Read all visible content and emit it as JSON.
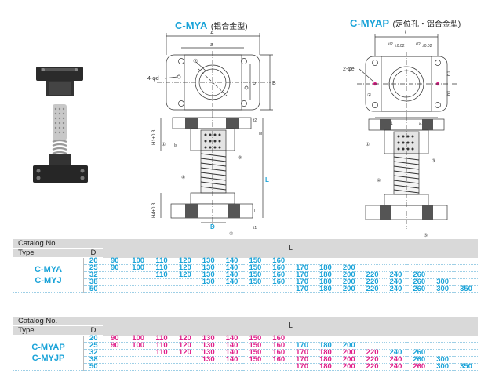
{
  "titles": {
    "a_main": "C-MYA",
    "a_sub": "(铝合金型)",
    "b_main": "C-MYAP",
    "b_sub": "(定位孔・铝合金型)"
  },
  "drawing_labels": {
    "A": "A",
    "a": "a",
    "B": "B",
    "b": "b",
    "four_phi_d": "4-φd",
    "c1": "①",
    "c2": "②",
    "c3": "③",
    "c4": "④",
    "c5": "⑤",
    "H1": "H1±0.3",
    "H4": "H4±0.3",
    "L": "L",
    "D": "D",
    "t1": "t1",
    "t2": "t2",
    "T": "T",
    "M": "M",
    "ls": "ls",
    "l": "ℓ",
    "two_phi_e": "2-φe",
    "half_l_a": "ℓ/2",
    "half_l_b": "ℓ/2",
    "tol": "±0.02",
    "b1_a": "b1",
    "b1_b": "b1",
    "a1_a": "a1",
    "a1_b": "a1"
  },
  "table_a": {
    "catalog_label": "Catalog",
    "no_label": "No.",
    "type_label": "Type",
    "d_label": "D",
    "l_label": "L",
    "types": [
      "C-MYA",
      "C-MYJ"
    ],
    "rows": [
      {
        "d": "20",
        "values": [
          "90",
          "100",
          "110",
          "120",
          "130",
          "140",
          "150",
          "160",
          "",
          "",
          "",
          "",
          "",
          "",
          "",
          ""
        ]
      },
      {
        "d": "25",
        "values": [
          "90",
          "100",
          "110",
          "120",
          "130",
          "140",
          "150",
          "160",
          "170",
          "180",
          "200",
          "",
          "",
          "",
          "",
          ""
        ]
      },
      {
        "d": "32",
        "values": [
          "",
          "",
          "110",
          "120",
          "130",
          "140",
          "150",
          "160",
          "170",
          "180",
          "200",
          "220",
          "240",
          "260",
          "",
          ""
        ]
      },
      {
        "d": "38",
        "values": [
          "",
          "",
          "",
          "",
          "130",
          "140",
          "150",
          "160",
          "170",
          "180",
          "200",
          "220",
          "240",
          "260",
          "300",
          ""
        ]
      },
      {
        "d": "50",
        "values": [
          "",
          "",
          "",
          "",
          "",
          "",
          "",
          "",
          "170",
          "180",
          "200",
          "220",
          "240",
          "260",
          "300",
          "350"
        ]
      }
    ]
  },
  "table_b": {
    "catalog_label": "Catalog",
    "no_label": "No.",
    "type_label": "Type",
    "d_label": "D",
    "l_label": "L",
    "types": [
      "C-MYAP",
      "C-MYJP"
    ],
    "rows": [
      {
        "d": "20",
        "values": [
          "90",
          "100",
          "110",
          "120",
          "130",
          "140",
          "150",
          "160",
          "",
          "",
          "",
          "",
          "",
          "",
          "",
          ""
        ]
      },
      {
        "d": "25",
        "values": [
          "90",
          "100",
          "110",
          "120",
          "130",
          "140",
          "150",
          "160",
          "170",
          "180",
          "200",
          "",
          "",
          "",
          "",
          ""
        ]
      },
      {
        "d": "32",
        "values": [
          "",
          "",
          "110",
          "120",
          "130",
          "140",
          "150",
          "160",
          "170",
          "180",
          "200",
          "220",
          "240",
          "260",
          "",
          ""
        ]
      },
      {
        "d": "38",
        "values": [
          "",
          "",
          "",
          "",
          "130",
          "140",
          "150",
          "160",
          "170",
          "180",
          "200",
          "220",
          "240",
          "260",
          "300",
          ""
        ]
      },
      {
        "d": "50",
        "values": [
          "",
          "",
          "",
          "",
          "",
          "",
          "",
          "",
          "170",
          "180",
          "200",
          "220",
          "240",
          "260",
          "300",
          "350"
        ]
      }
    ],
    "pink_cells": [
      [
        1,
        1,
        1,
        1,
        1,
        1,
        1,
        1,
        0,
        0,
        0,
        0,
        0,
        0,
        0,
        0
      ],
      [
        1,
        1,
        1,
        1,
        1,
        1,
        1,
        1,
        0,
        0,
        0,
        0,
        0,
        0,
        0,
        0
      ],
      [
        0,
        0,
        1,
        1,
        1,
        1,
        1,
        1,
        1,
        1,
        1,
        1,
        0,
        0,
        0,
        0
      ],
      [
        0,
        0,
        0,
        0,
        1,
        1,
        1,
        1,
        1,
        1,
        1,
        1,
        1,
        0,
        0,
        0
      ],
      [
        0,
        0,
        0,
        0,
        0,
        0,
        0,
        0,
        1,
        1,
        1,
        1,
        1,
        1,
        0,
        0
      ]
    ]
  },
  "colors": {
    "accent_blue": "#1aa3d8",
    "accent_pink": "#e0208a",
    "header_gray": "#d9d9d9"
  }
}
